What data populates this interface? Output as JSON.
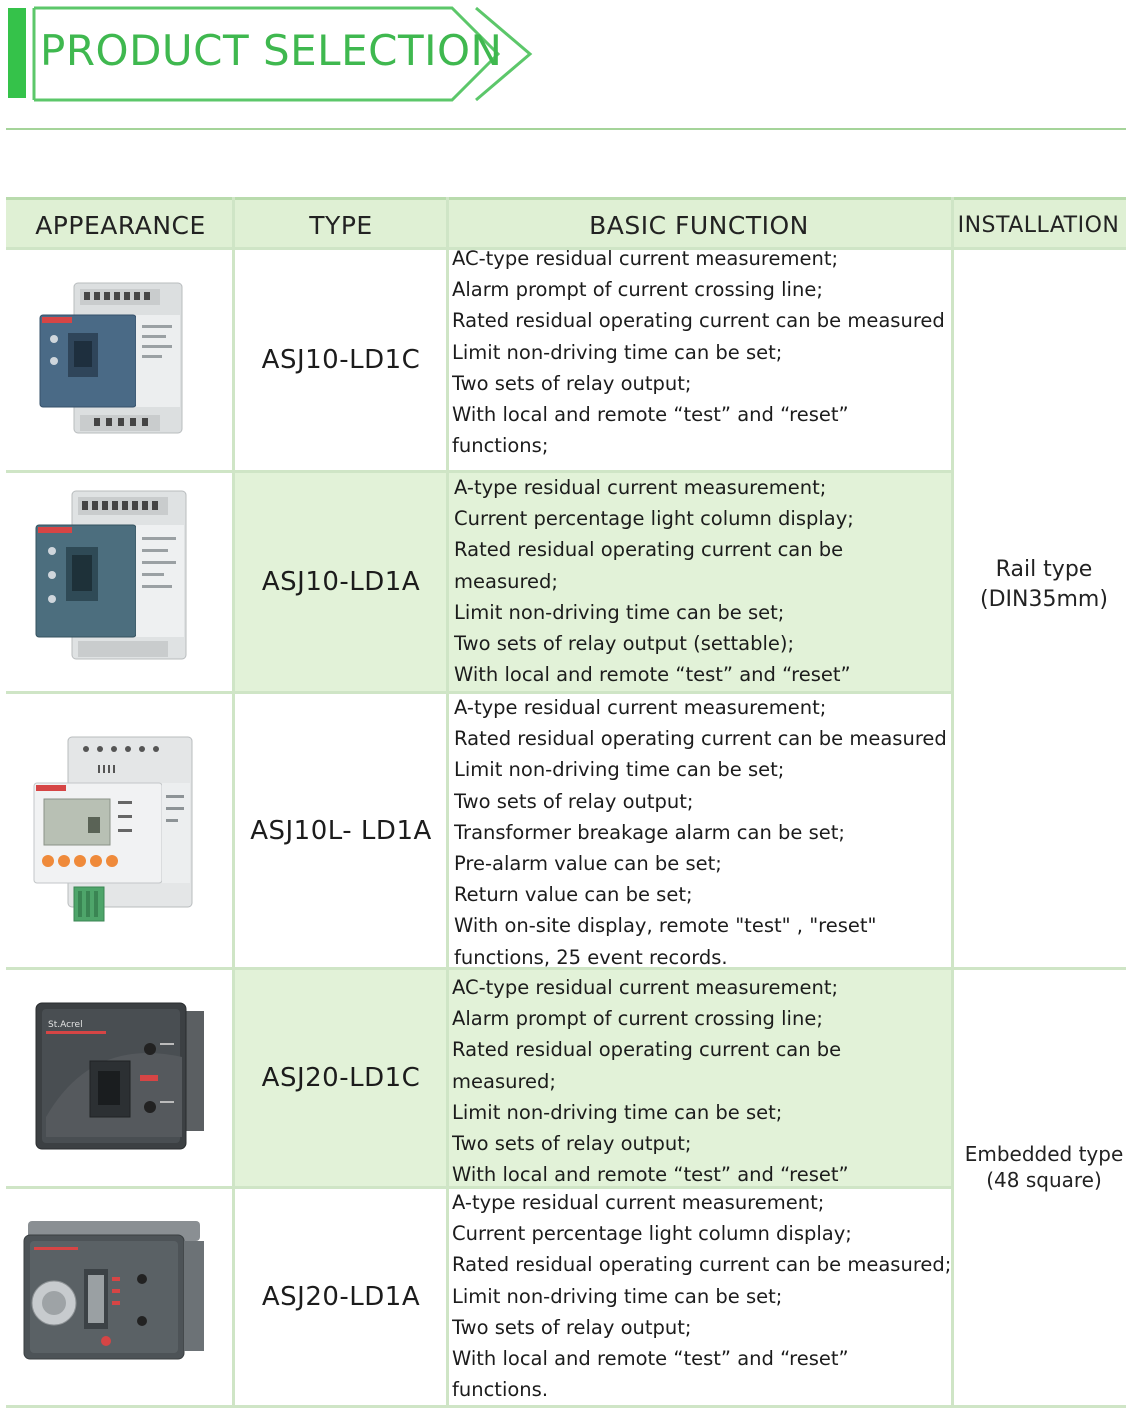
{
  "header": {
    "title": "PRODUCT SELECTION"
  },
  "table": {
    "columns": {
      "appearance": "APPEARANCE",
      "type": "TYPE",
      "basic_function": "BASIC FUNCTION",
      "installation": "INSTALLATION"
    },
    "rows": [
      {
        "type": "ASJ10-LD1C",
        "functions": [
          "AC-type residual current measurement;",
          "Alarm prompt of current crossing line;",
          "Rated residual operating current can be measured",
          "Limit non-driving time can be set;",
          "Two sets of relay output;",
          "With local and remote  “test”  and  “reset”",
          "functions;"
        ]
      },
      {
        "type": "ASJ10-LD1A",
        "functions": [
          "A-type residual current measurement;",
          "Current percentage light column display;",
          "Rated residual operating current can be",
          "measured;",
          "Limit non-driving time can be set;",
          "Two sets of relay output (settable);",
          "With local and remote  “test”  and  “reset”"
        ]
      },
      {
        "type": "ASJ10L- LD1A",
        "functions": [
          "A-type residual current measurement;",
          "Rated residual operating current can be measured",
          "Limit non-driving time can be set;",
          "Two sets of relay output;",
          "Transformer breakage alarm can be set;",
          "Pre-alarm value can be set;",
          "Return value can be set;",
          "With on-site display, remote \"test\" , \"reset\"",
          "functions, 25 event records."
        ]
      },
      {
        "type": "ASJ20-LD1C",
        "functions": [
          "AC-type residual current measurement;",
          "Alarm prompt of current crossing line;",
          "Rated residual operating current can be",
          "measured;",
          "Limit non-driving time can be set;",
          "Two sets of  relay output;",
          "With local and remote  “test”  and  “reset”"
        ]
      },
      {
        "type": "ASJ20-LD1A",
        "functions": [
          "A-type residual current measurement;",
          "Current percentage light column display;",
          "Rated residual operating current can be measured;",
          "Limit non-driving time can be set;",
          "Two sets of  relay output;",
          "With local and remote  “test”  and  “reset”",
          "functions."
        ]
      }
    ],
    "installations": [
      {
        "line1": "Rail type",
        "line2": "(DIN35mm)"
      },
      {
        "line1": "Embedded type",
        "line2": "(48 square)"
      }
    ]
  },
  "colors": {
    "brand_green": "#3fb84f",
    "header_fill": "#dff0d4",
    "row_highlight": "#e2f2d8",
    "grid_line": "#cfe5c6"
  }
}
